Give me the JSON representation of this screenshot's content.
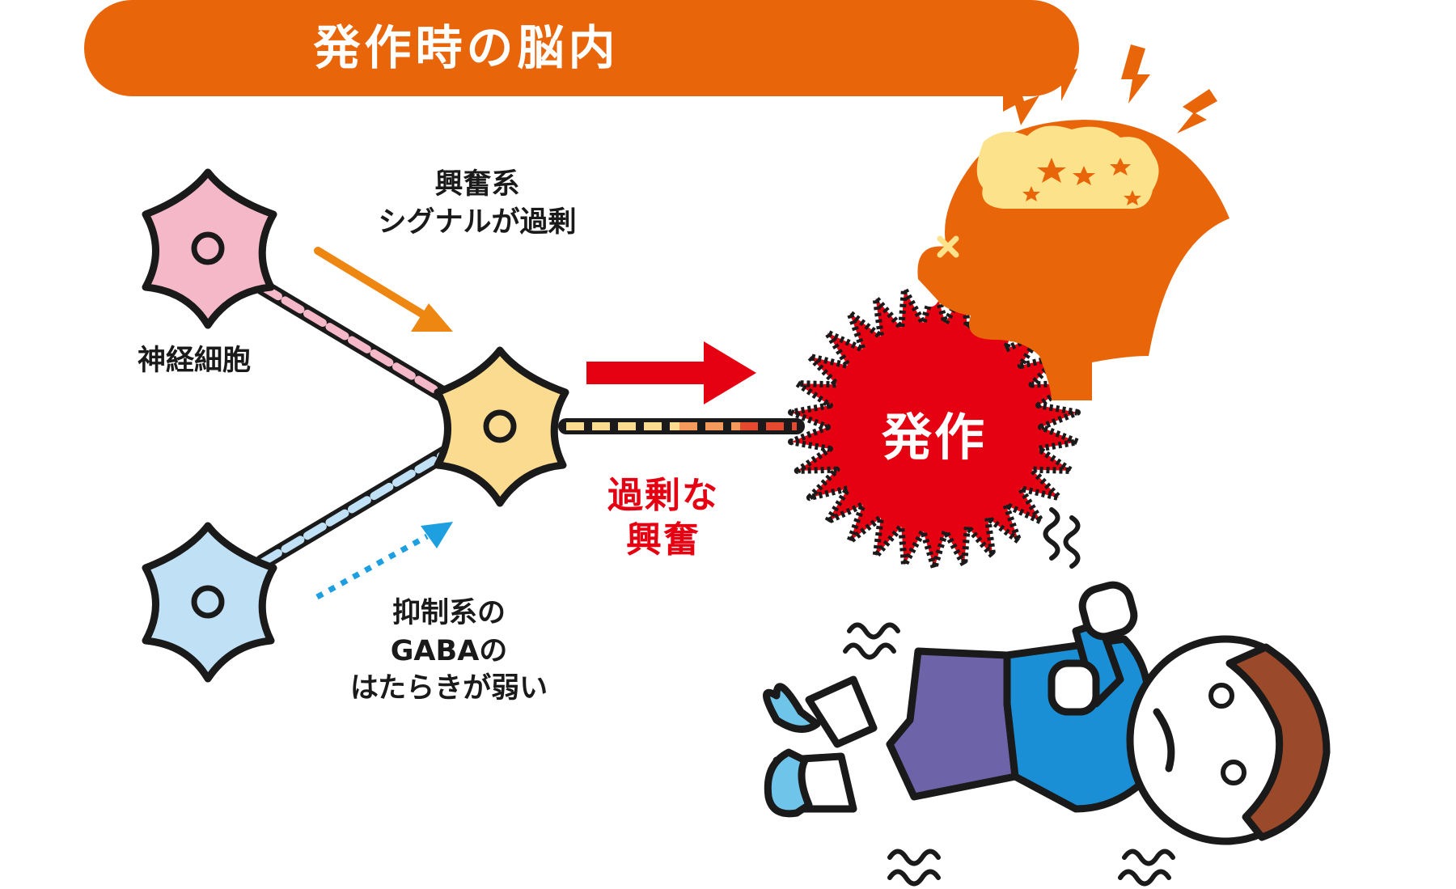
{
  "header": {
    "title": "発作時の脳内"
  },
  "labels": {
    "neuron": "神経細胞",
    "excitatory_line1": "興奮系",
    "excitatory_line2": "シグナルが過剰",
    "inhibitory_line1": "抑制系の",
    "inhibitory_line2": "GABAの",
    "inhibitory_line3": "はたらきが弱い",
    "excess_line1": "過剰な",
    "excess_line2": "興奮",
    "seizure": "発作"
  },
  "colors": {
    "accent": "#e8650a",
    "alert_red": "#e50012",
    "neuron_pink": "#f4b8c8",
    "neuron_yellow": "#fbdb8f",
    "neuron_blue": "#bfe0f5",
    "arrow_orange": "#ee8712",
    "arrow_blue": "#1ea0e0"
  }
}
